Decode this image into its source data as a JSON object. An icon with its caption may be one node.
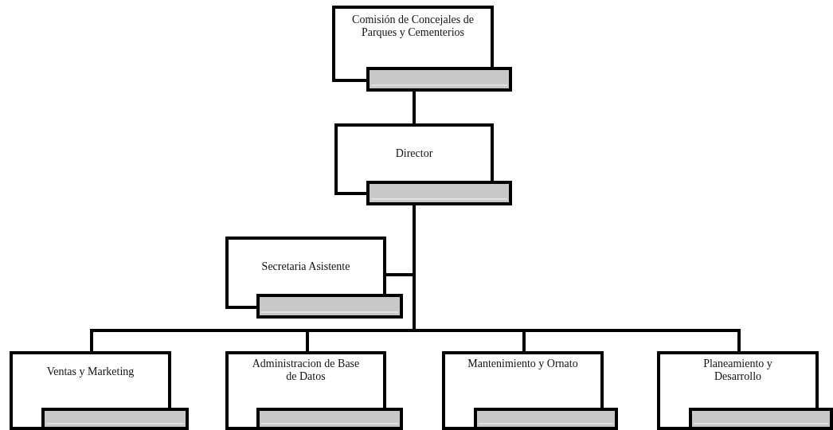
{
  "diagram": {
    "nodes": [
      {
        "text": [
          "Comisión de Concejales de Parques y Cementerios"
        ]
      },
      {
        "text": [
          "Director"
        ]
      },
      {
        "text": [
          "Secretaria Asistente"
        ]
      },
      {
        "text": [
          "Ventas y Marketing"
        ]
      },
      {
        "text": [
          "Administracion de Base de Datos"
        ]
      },
      {
        "text": [
          "Mantenimiento y Ornato"
        ]
      },
      {
        "text": [
          "Planeamiento y Desarrollo"
        ]
      }
    ],
    "edges": [
      {
        "from": 0,
        "to": 1,
        "arrow": "none"
      },
      {
        "from": 1,
        "to": 2,
        "arrow": "none"
      },
      {
        "from": 1,
        "to": 3,
        "arrow": "none"
      },
      {
        "from": 1,
        "to": 4,
        "arrow": "none"
      },
      {
        "from": 1,
        "to": 5,
        "arrow": "none"
      },
      {
        "from": 1,
        "to": 6,
        "arrow": "none"
      }
    ]
  }
}
